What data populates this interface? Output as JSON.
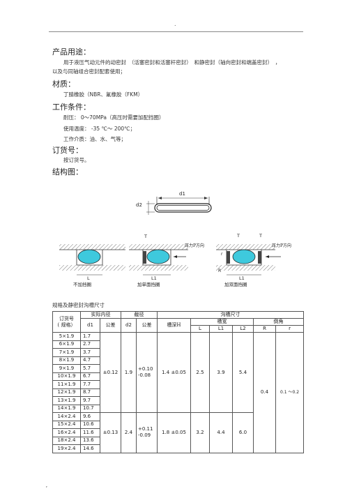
{
  "header": {
    "mark": "."
  },
  "usage": {
    "heading": "产品用途：",
    "line1": "用于液压气动元件的动密封　（活塞密封和活塞杆密封）　和静密封（轴向密封和端盖密封）　，",
    "line2": "以及与同轴组合密封配套使用；"
  },
  "material": {
    "heading": "材质：",
    "line_prefix": "丁腈橡胶（",
    "nbr": "NBR",
    "mid": "、氟橡胶（",
    "fkm": "FKM",
    "suffix": "）"
  },
  "conditions": {
    "heading": "工作条件：",
    "pressure_label": "耐压：",
    "pressure_value": "0～70MPa",
    "pressure_note": "（高压时需要加配挡圈）",
    "temp_label": "使用温度：",
    "temp_value": "-35 ℃～ 200℃；",
    "media": "工作介质：油、水、气等；"
  },
  "order": {
    "heading": "订货号：",
    "text": "按订货号。"
  },
  "structure": {
    "heading": "结构图：",
    "labels": {
      "d1": "d1",
      "d2": "d2",
      "T1": "T",
      "T2": "T",
      "T3": "T",
      "L": "L",
      "L1a": "L1",
      "L1b": "L1",
      "p1": "压力P方向",
      "p2": "压力P方向",
      "cap1": "不加挡圈",
      "cap2": "加单面挡圈",
      "cap3": "加双面挡圈",
      "R": "R",
      "rr": "r"
    }
  },
  "table": {
    "title": "规格及静密封沟槽尺寸",
    "headers": {
      "order_no_line1": "订货号",
      "order_no_line2": "( 规格）",
      "actual_id": "实际内径",
      "section": "截径",
      "groove_size": "沟槽尺寸",
      "d1": "d1",
      "tol": "公差",
      "d2": "d2",
      "tol2": "公差",
      "depth": "槽深H",
      "width": "槽宽",
      "fillet": "倒角",
      "L": "L",
      "L1": "L1",
      "L2": "L2",
      "R": "R",
      "r": "r"
    },
    "rows": [
      {
        "spec": "5×1.9",
        "d1": "1.7"
      },
      {
        "spec": "6×1.9",
        "d1": "2.7"
      },
      {
        "spec": "7×1.9",
        "d1": "3.7"
      },
      {
        "spec": "8×1.9",
        "d1": "4.7"
      },
      {
        "spec": "9×1.9",
        "d1": "5.7"
      },
      {
        "spec": "10×1.9",
        "d1": "6.7"
      },
      {
        "spec": "11×1.9",
        "d1": "7.7"
      },
      {
        "spec": "12×1.9",
        "d1": "8.7"
      },
      {
        "spec": "13×1.9",
        "d1": "9.7"
      },
      {
        "spec": "14×1.9",
        "d1": "10.7"
      },
      {
        "spec": "14×2.4",
        "d1": "9.6"
      },
      {
        "spec": "15×2.4",
        "d1": "10.6"
      },
      {
        "spec": "16×2.4",
        "d1": "11.6"
      },
      {
        "spec": "18×2.4",
        "d1": "13.6"
      },
      {
        "spec": "19×2.4",
        "d1": "14.6"
      }
    ],
    "group1": {
      "tol": "±0.12",
      "d2": "1.9",
      "tol2_a": "+0.10",
      "tol2_b": "-0.08",
      "depth": "1.4 ±0.05",
      "L": "2.5",
      "L1": "3.9",
      "L2": "5.4"
    },
    "group2": {
      "tol": "±0.13",
      "d2": "2.4",
      "tol2_a": "+0.11",
      "tol2_b": "-0.09",
      "depth": "1.8 ±0.05",
      "L": "3.2",
      "L1": "4.4",
      "L2": "6.0"
    },
    "R": "0.4",
    "r": "0.1 ～0.2"
  },
  "footer": {
    "mark": "ᵣ"
  }
}
